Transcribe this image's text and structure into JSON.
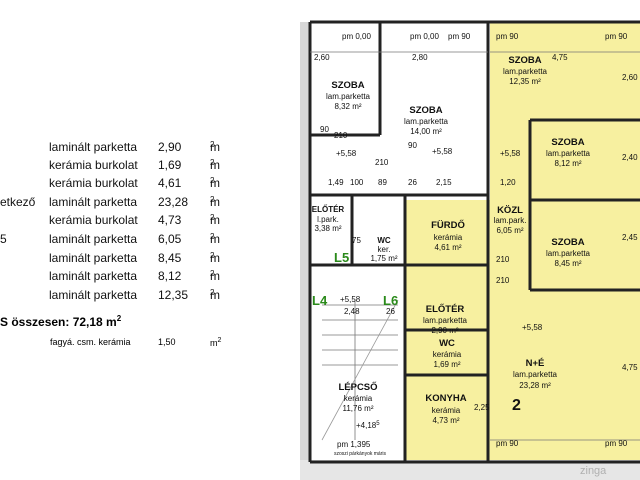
{
  "table": {
    "rows": [
      {
        "name": "",
        "material": "laminált parketta",
        "area": "2,90",
        "unit": "m",
        "unit_exp": "2"
      },
      {
        "name": "",
        "material": "kerámia burkolat",
        "area": "1,69",
        "unit": "m",
        "unit_exp": "2"
      },
      {
        "name": "",
        "material": "kerámia burkolat",
        "area": "4,61",
        "unit": "m",
        "unit_exp": "2"
      },
      {
        "name": "etkező",
        "material": "laminált parketta",
        "area": "23,28",
        "unit": "m",
        "unit_exp": "2"
      },
      {
        "name": "",
        "material": "kerámia burkolat",
        "area": "4,73",
        "unit": "m",
        "unit_exp": "2"
      },
      {
        "name": "5",
        "material": "laminált parketta",
        "area": "6,05",
        "unit": "m",
        "unit_exp": "2"
      },
      {
        "name": "",
        "material": "laminált parketta",
        "area": "8,45",
        "unit": "m",
        "unit_exp": "2"
      },
      {
        "name": "",
        "material": "laminált parketta",
        "area": "8,12",
        "unit": "m",
        "unit_exp": "2"
      },
      {
        "name": "",
        "material": "laminált parketta",
        "area": "12,35",
        "unit": "m",
        "unit_exp": "2"
      }
    ],
    "total_label": "S összesen: 72,18 m",
    "total_exp": "2",
    "footnote": {
      "material": "fagyá. csm. kerámia",
      "area": "1,50",
      "unit": "m",
      "unit_exp": "2"
    }
  },
  "plan": {
    "rooms": [
      {
        "id": "szoba-1",
        "name": "SZOBA",
        "floor": "lam.parketta",
        "area": "8,32 m²"
      },
      {
        "id": "szoba-2",
        "name": "SZOBA",
        "floor": "lam.parketta",
        "area": "14,00 m²"
      },
      {
        "id": "eloter-1",
        "name": "ELŐTÉR",
        "floor": "l.park.",
        "area": "3,38 m²"
      },
      {
        "id": "wc-1",
        "name": "WC",
        "floor": "ker.",
        "area": "1,75 m²"
      },
      {
        "id": "lepcso",
        "name": "LÉPCSŐ",
        "floor": "kerámia",
        "area": "11,76 m²"
      },
      {
        "id": "szoba-3",
        "name": "SZOBA",
        "floor": "lam.parketta",
        "area": "12,35 m²"
      },
      {
        "id": "szoba-4",
        "name": "SZOBA",
        "floor": "lam.parketta",
        "area": "8,12 m²"
      },
      {
        "id": "furdo",
        "name": "FÜRDŐ",
        "floor": "kerámia",
        "area": "4,61 m²"
      },
      {
        "id": "kozl",
        "name": "KÖZL",
        "floor": "lam.park.",
        "area": "6,05 m²"
      },
      {
        "id": "szoba-5",
        "name": "SZOBA",
        "floor": "lam.parketta",
        "area": "8,45 m²"
      },
      {
        "id": "eloter-2",
        "name": "ELŐTÉR",
        "floor": "lam.parketta",
        "area": "2,90 m²"
      },
      {
        "id": "wc-2",
        "name": "WC",
        "floor": "kerámia",
        "area": "1,69 m²"
      },
      {
        "id": "ne",
        "name": "N+É",
        "floor": "lam.parketta",
        "area": "23,28 m²"
      },
      {
        "id": "konyha",
        "name": "KONYHA",
        "floor": "kerámia",
        "area": "4,73 m²"
      }
    ],
    "levels": {
      "l4": "L4",
      "l5": "L5",
      "l6": "L6"
    },
    "unit_number": "2",
    "elevations": {
      "top_left": "pm 0,00",
      "top_mid": "pm 0,00",
      "top_pm90": "pm 90",
      "szoba2": "+5,58",
      "szoba1": "+5,58",
      "mid": "+5,58",
      "lepcso_plus": "+4,18",
      "lepcso_exp": "5",
      "lepcso_pm": "pm 1,395",
      "lepcso_note": "szoszi párkányok máris",
      "right_plus1": "+5,58",
      "right_plus2": "+5,58"
    },
    "dims": {
      "d260": "2,60",
      "d280": "2,80",
      "d90a": "90",
      "d210a": "210",
      "d90b": "90",
      "d210b": "210",
      "d149": "1,49",
      "d100": "100",
      "d89": "89",
      "d26": "26",
      "d215": "2,15",
      "d475": "4,75",
      "d260r": "2,60",
      "d240": "2,40",
      "d120": "1,20",
      "d245": "2,45",
      "d248": "2,48",
      "d26b": "26",
      "d75": "75",
      "d210c": "210",
      "d210d": "210",
      "pm90b": "pm 90",
      "pm90c": "pm 90",
      "pm90d": "pm 90",
      "pm90e": "pm 90",
      "d475b": "4,75",
      "d225": "2,25"
    },
    "watermark": "zinga"
  }
}
